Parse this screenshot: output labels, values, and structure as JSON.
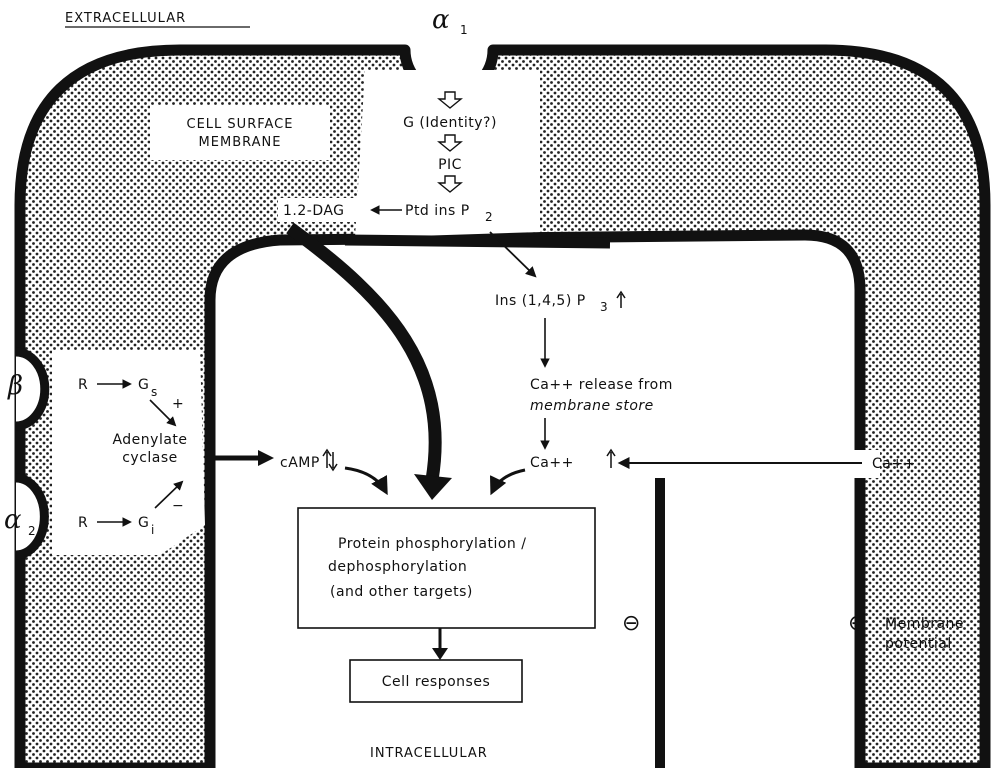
{
  "labels": {
    "extracellular": "EXTRACELLULAR",
    "intracellular": "INTRACELLULAR",
    "membrane_line1": "CELL SURFACE",
    "membrane_line2": "MEMBRANE"
  },
  "receptors": {
    "alpha1": "α",
    "alpha1_sub": "1",
    "beta": "β",
    "alpha2": "α",
    "alpha2_sub": "2"
  },
  "pathway": {
    "g_identity": "G (Identity?)",
    "pic": "PIC",
    "dag": "1.2-DAG",
    "ptd": "Ptd ins P",
    "ptd_sub": "2",
    "ins": "Ins (1,4,5) P",
    "ins_sub": "3",
    "ca_release1": "Ca++ release from",
    "ca_release2": "membrane store",
    "ca_intra": "Ca++",
    "ca_extra": "Ca++",
    "camp": "cAMP"
  },
  "adenylate": {
    "r_top": "R",
    "gs": "G",
    "gs_sub": "s",
    "plus": "+",
    "line1": "Adenylate",
    "line2": "cyclase",
    "r_bottom": "R",
    "gi": "G",
    "gi_sub": "i",
    "minus": "−"
  },
  "protein_box": {
    "line1": "Protein phosphorylation /",
    "line2": "dephosphorylation",
    "line3": "(and other targets)"
  },
  "responses": "Cell responses",
  "potential": {
    "minus_sign": "⊖",
    "plus_sign": "⊕",
    "line1": "Membrane",
    "line2": "potential"
  }
}
